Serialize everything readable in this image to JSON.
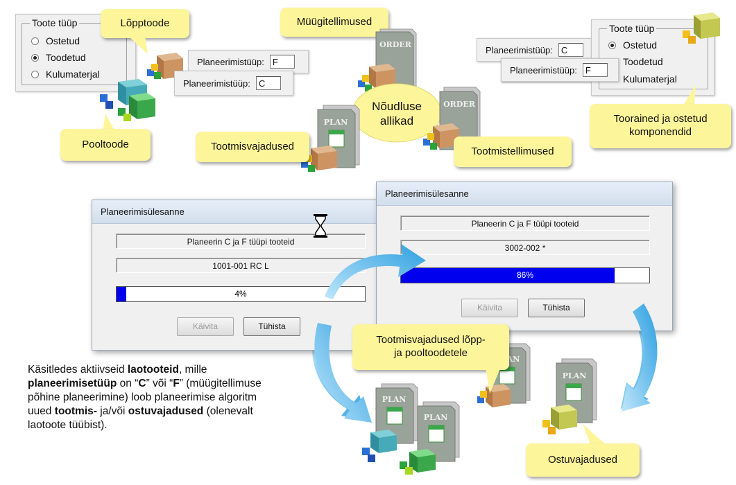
{
  "callouts": {
    "lopptoode": "Lõpptoode",
    "pooltoode": "Pooltoode",
    "myygitellimused": "Müügitellimused",
    "tootmisvajadused": "Tootmisvajadused",
    "noudluse_line1": "Nõudluse",
    "noudluse_line2": "allikad",
    "tootmistellimused": "Tootmistellimused",
    "toorained_line1": "Toorained ja ostetud",
    "toorained_line2": "komponendid",
    "tootmisvajadused_lopp_line1": "Tootmisvajadused lõpp-",
    "tootmisvajadused_lopp_line2": "ja pooltoodetele",
    "ostuvajadused": "Ostuvajadused"
  },
  "toote_tyyp_left": {
    "legend": "Toote tüüp",
    "options": [
      "Ostetud",
      "Toodetud",
      "Kulumaterjal"
    ],
    "selected_index": 1
  },
  "toote_tyyp_right": {
    "legend": "Toote tüüp",
    "options": [
      "Ostetud",
      "Toodetud",
      "Kulumaterjal"
    ],
    "selected_index": 0
  },
  "planning_type": {
    "label": "Planeerimistüüp:",
    "left_top_value": "F",
    "left_bottom_value": "C",
    "right_top_value": "C",
    "right_bottom_value": "F"
  },
  "icons": {
    "order_label": "ORDER",
    "plan_label": "PLAN"
  },
  "dialog1": {
    "title": "Planeerimisülesanne",
    "message": "Planeerin C ja F tüüpi tooteid",
    "item": "1001-001 RC L",
    "progress_label": "4%",
    "progress": 4,
    "run_button": "Käivita",
    "cancel_button": "Tühista"
  },
  "dialog2": {
    "title": "Planeerimisülesanne",
    "message": "Planeerin C ja F tüüpi tooteid",
    "item": "3002-002 *",
    "progress_label": "86%",
    "progress": 86,
    "run_button": "Käivita",
    "cancel_button": "Tühista"
  },
  "description": {
    "t1": "Käsitledes aktiivseid ",
    "b1": "laotooteid",
    "t2": ", mille",
    "b2": "planeerimisetüüp",
    "t3": " on “",
    "b3": "C",
    "t4": "” või “",
    "b4": "F",
    "t5": "” (müügitellimuse",
    "t6": "põhine planeerimine)  loob planeerimise algoritm",
    "t7": "uued ",
    "b5": "tootmis-",
    "t8": " ja/või ",
    "b6": "ostuvajadused",
    "t9": " (olenevalt",
    "t10": "laotoote tüübist)."
  },
  "colors": {
    "callout": "#fdf59a",
    "arrow": "#4fb3e8",
    "progress_fill": "#0000ee"
  }
}
